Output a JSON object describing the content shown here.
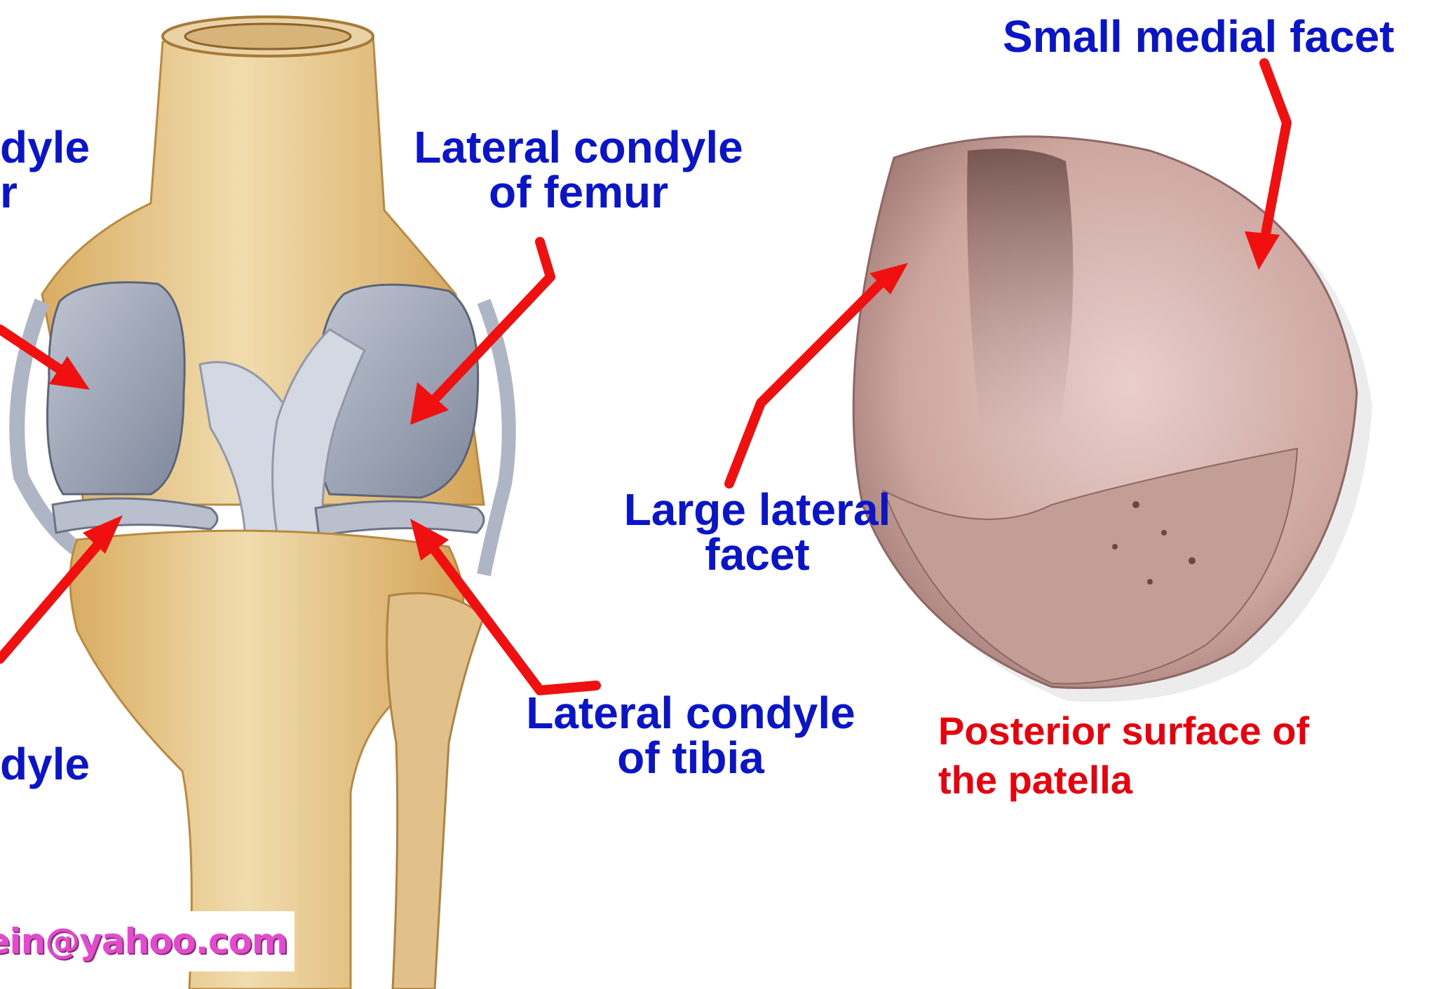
{
  "labels": {
    "medial_femur_partial": [
      "dyle",
      "r"
    ],
    "lateral_femur": [
      "Lateral condyle",
      "of femur"
    ],
    "small_medial_facet": "Small medial facet",
    "large_lateral_facet": [
      "Large lateral",
      "facet"
    ],
    "lateral_tibia": [
      "Lateral condyle",
      "of tibia"
    ],
    "medial_tibia_partial": "dyle",
    "caption": [
      "Posterior surface of",
      "the patella"
    ]
  },
  "watermark": "sein@yahoo.com",
  "colors": {
    "label_blue": "#0a14c8",
    "caption_red": "#e8000d",
    "arrow_red": "#f01010",
    "bone": "#e6c58a",
    "cartilage": "#9aa2b4",
    "patella": "#cfa9a4",
    "watermark_pink": "#e24bcc"
  }
}
